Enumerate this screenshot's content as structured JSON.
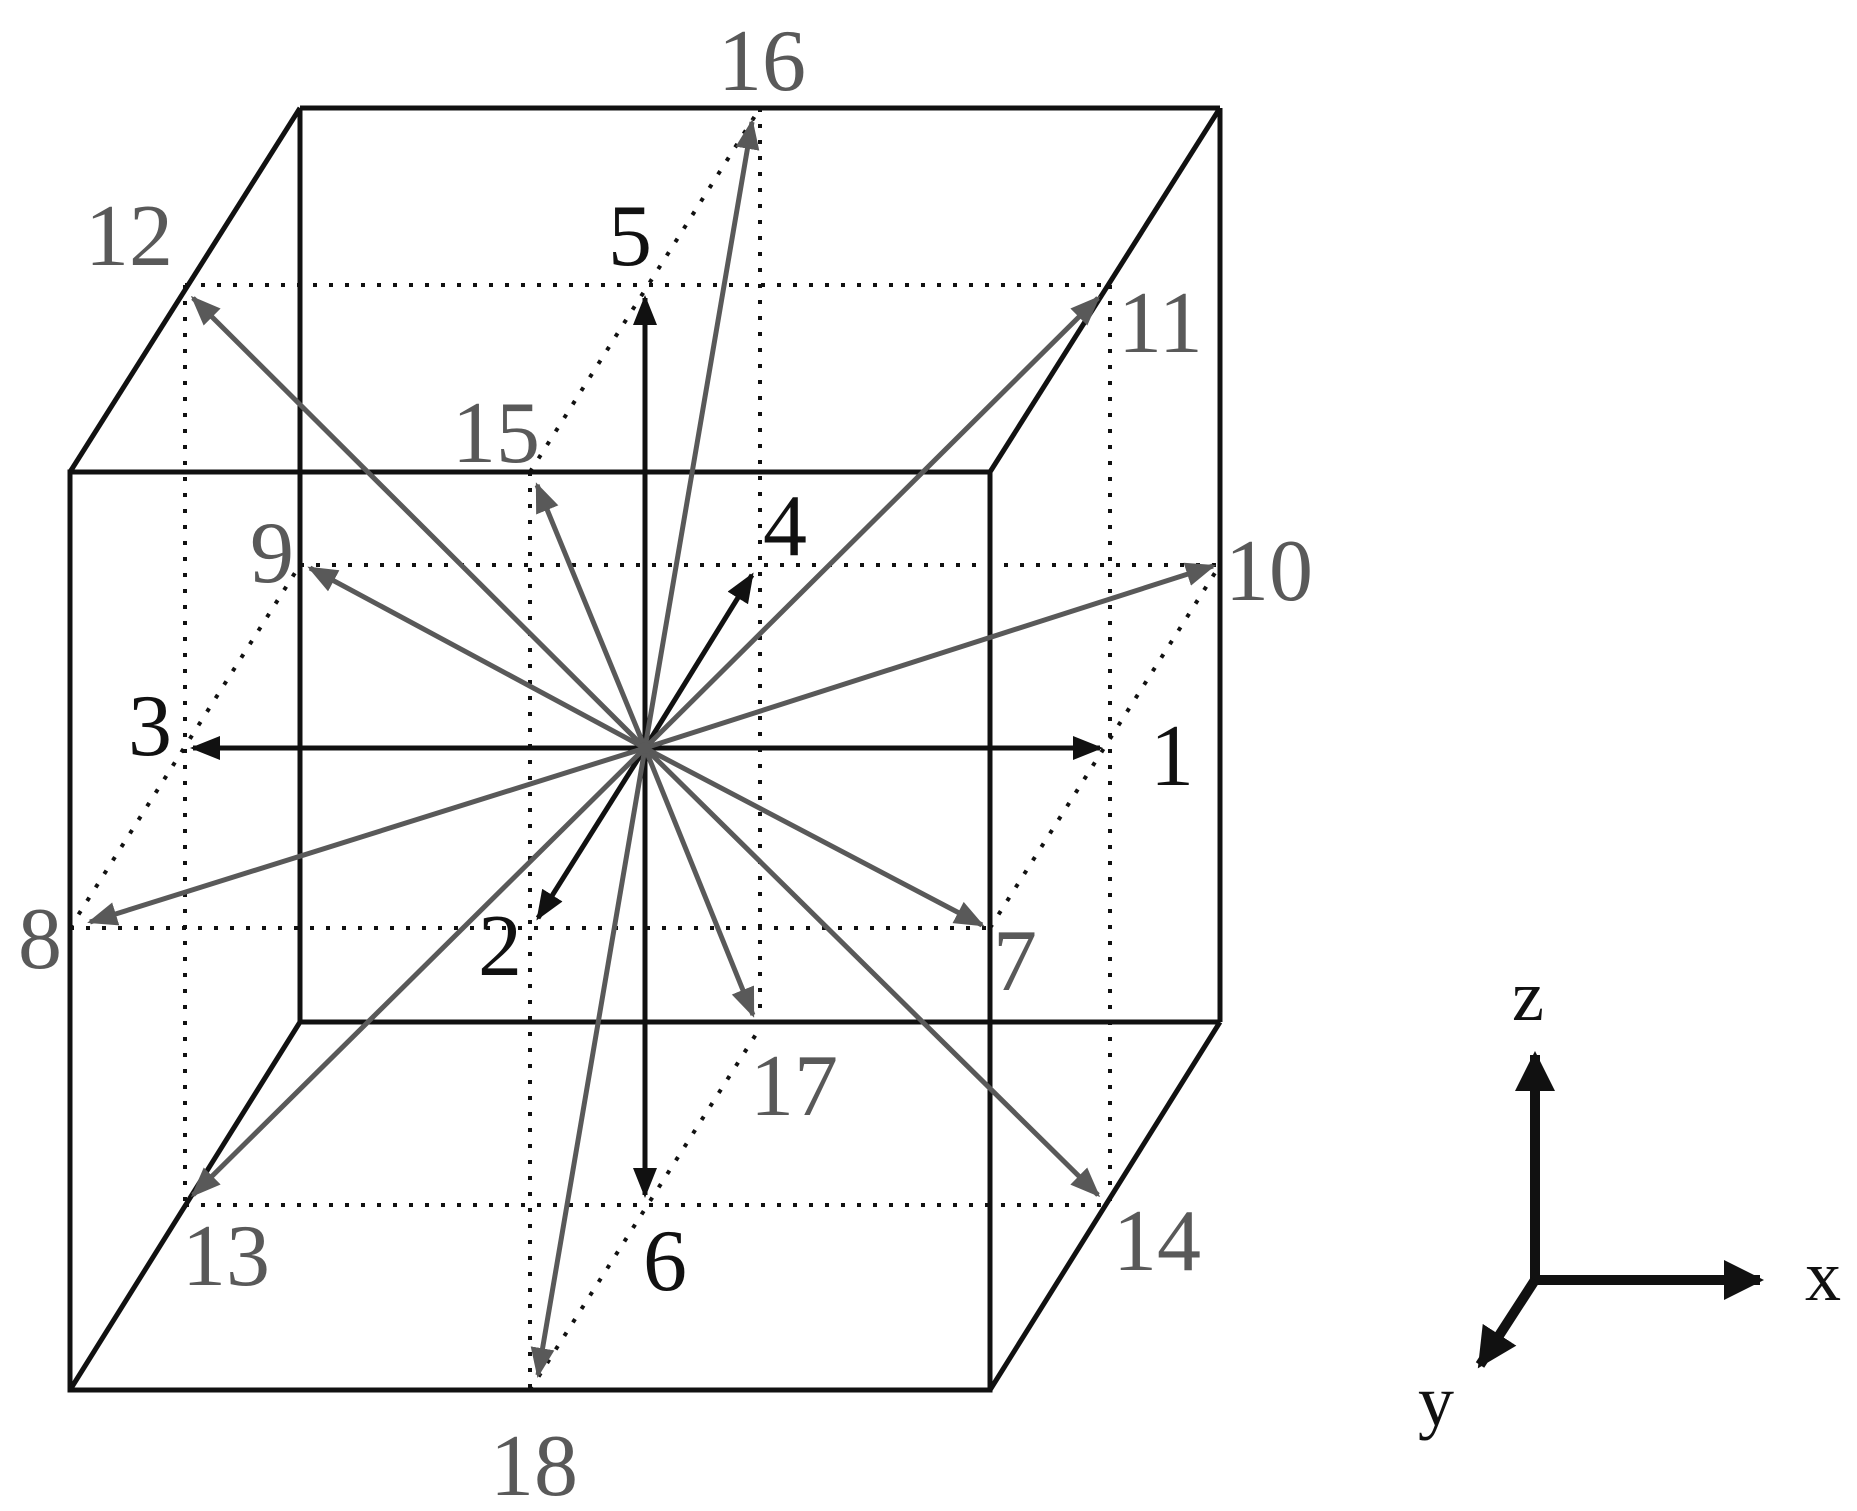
{
  "colors": {
    "primary": "#111111",
    "secondary": "#595959",
    "background": "#ffffff"
  },
  "vectors": [
    {
      "id": "1",
      "label": "1",
      "tone": "primary"
    },
    {
      "id": "2",
      "label": "2",
      "tone": "primary"
    },
    {
      "id": "3",
      "label": "3",
      "tone": "primary"
    },
    {
      "id": "4",
      "label": "4",
      "tone": "primary"
    },
    {
      "id": "5",
      "label": "5",
      "tone": "primary"
    },
    {
      "id": "6",
      "label": "6",
      "tone": "primary"
    },
    {
      "id": "7",
      "label": "7",
      "tone": "secondary"
    },
    {
      "id": "8",
      "label": "8",
      "tone": "secondary"
    },
    {
      "id": "9",
      "label": "9",
      "tone": "secondary"
    },
    {
      "id": "10",
      "label": "10",
      "tone": "secondary"
    },
    {
      "id": "11",
      "label": "11",
      "tone": "secondary"
    },
    {
      "id": "12",
      "label": "12",
      "tone": "secondary"
    },
    {
      "id": "13",
      "label": "13",
      "tone": "secondary"
    },
    {
      "id": "14",
      "label": "14",
      "tone": "secondary"
    },
    {
      "id": "15",
      "label": "15",
      "tone": "secondary"
    },
    {
      "id": "16",
      "label": "16",
      "tone": "secondary"
    },
    {
      "id": "17",
      "label": "17",
      "tone": "secondary"
    },
    {
      "id": "18",
      "label": "18",
      "tone": "secondary"
    }
  ],
  "axes": {
    "x_label": "x",
    "y_label": "y",
    "z_label": "z"
  }
}
